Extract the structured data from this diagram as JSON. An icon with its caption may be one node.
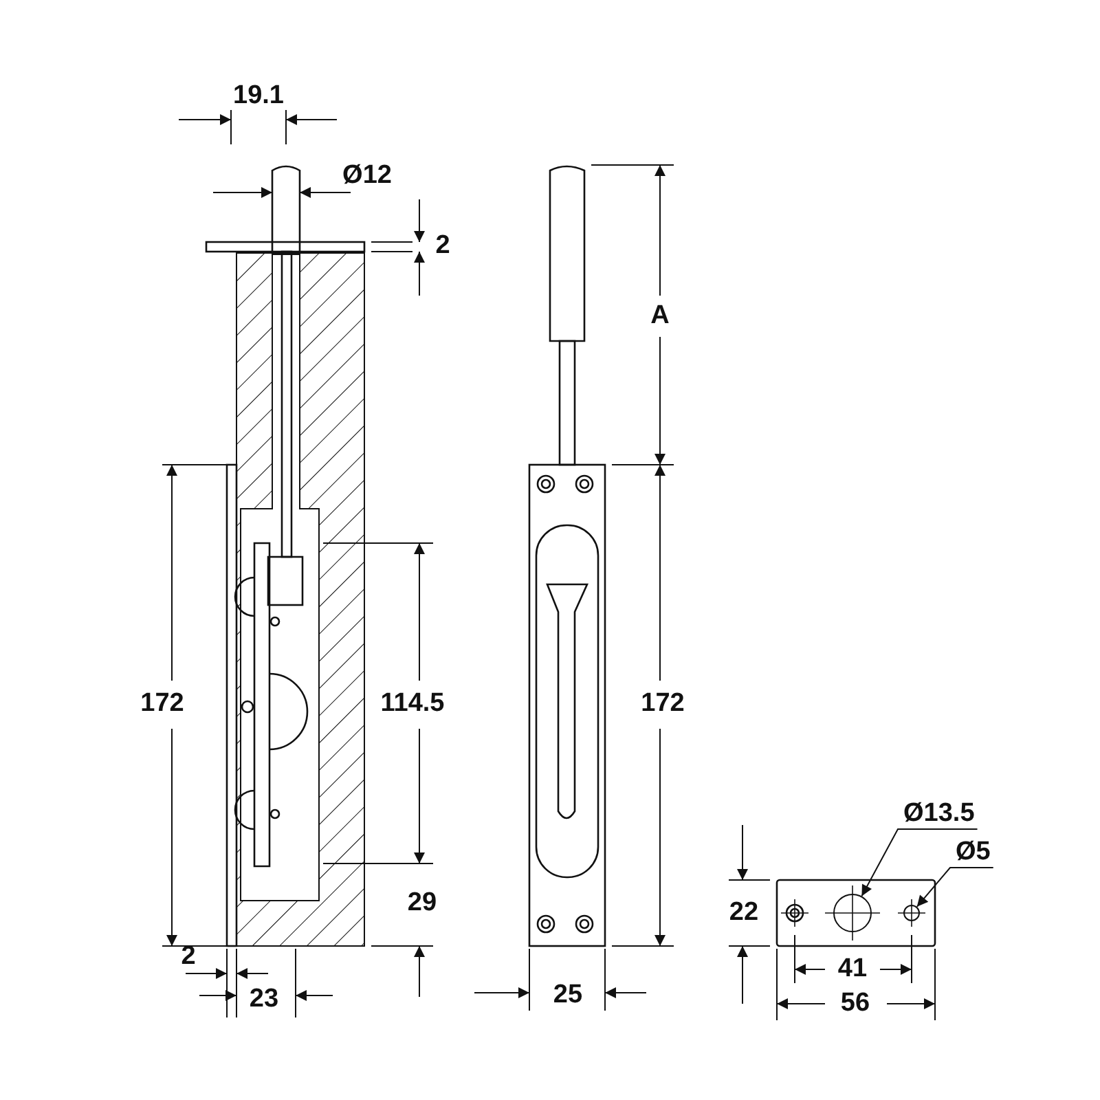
{
  "diagram": {
    "nodes": [
      {
        "text": [
          "Ø13.5"
        ]
      },
      {
        "text": [
          "Ø5"
        ]
      },
      {
        "text": [],
        "shape": "circle"
      },
      {
        "text": [],
        "shape": "circle"
      }
    ],
    "edges": [
      {
        "from": 0,
        "to": 2,
        "arrow": "to"
      },
      {
        "from": 1,
        "to": 3,
        "arrow": "to"
      }
    ],
    "labels": [
      "19.1",
      "Ø12",
      "2",
      "A",
      "172",
      "114.5",
      "172",
      "22",
      "29",
      "2",
      "23",
      "25",
      "41",
      "56"
    ]
  }
}
